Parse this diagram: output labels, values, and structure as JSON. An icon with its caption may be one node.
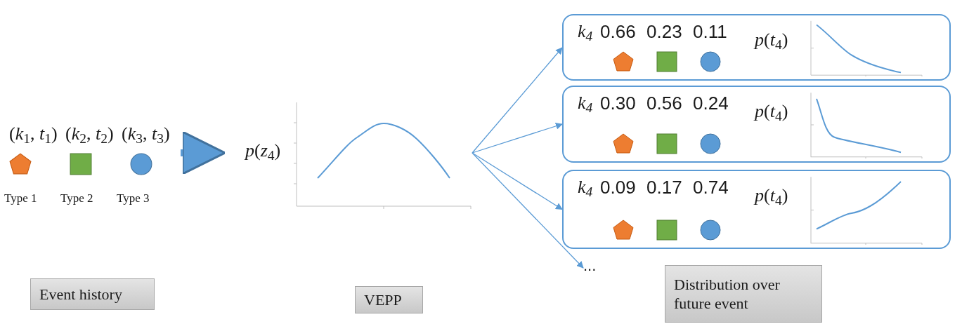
{
  "diagram": {
    "nodes": [
      {
        "text": [
          "(*k*$_{1}$, *t*$_{1}$)",
          "(*k*$_{2}$, *t*$_{2}$)",
          "(*k*$_{3}$, *t*$_{3}$)",
          "Type 1",
          "Type 2",
          "Type 3"
        ]
      },
      {
        "text": [
          "*p*(*z*$_{4}$)"
        ]
      },
      {
        "text": [
          "*k*$_{4}$",
          "0.66",
          "0.23",
          "0.11",
          "*p*(*t*$_{4}$)"
        ]
      },
      {
        "text": [
          "*k*$_{4}$",
          "0.30",
          "0.56",
          "0.24",
          "*p*(*t*$_{4}$)"
        ]
      },
      {
        "text": [
          "*k*$_{4}$",
          "0.09",
          "0.17",
          "0.74",
          "*p*(*t*$_{4}$)"
        ]
      },
      {
        "text": [
          "..."
        ]
      },
      {
        "text": [
          "Event history"
        ]
      },
      {
        "text": [
          "VEPP"
        ]
      },
      {
        "text": [
          "Distribution over future event"
        ]
      }
    ],
    "edges": [
      {
        "from": 0,
        "to": 1,
        "arrow": "to",
        "style": "thick"
      },
      {
        "from": 1,
        "to": 2,
        "arrow": "to"
      },
      {
        "from": 1,
        "to": 3,
        "arrow": "to"
      },
      {
        "from": 1,
        "to": 4,
        "arrow": "to"
      },
      {
        "from": 1,
        "to": 5,
        "arrow": "to"
      }
    ]
  }
}
